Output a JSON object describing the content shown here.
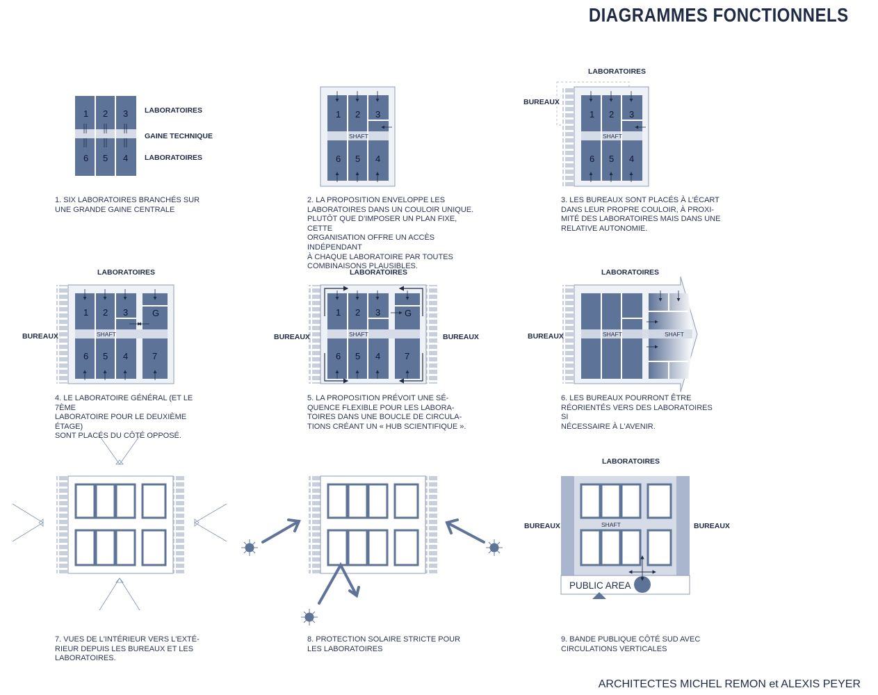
{
  "title": "DIAGRAMMES FONCTIONNELS",
  "credit": "ARCHITECTES MICHEL REMON et ALEXIS PEYER",
  "labels": {
    "laboratoires": "LABORATOIRES",
    "gaine": "GAINE TECHNIQUE",
    "bureaux": "BUREAUX",
    "shaft": "SHAFT",
    "g": "G",
    "public": "PUBLIC AREA"
  },
  "captions": [
    "1. SIX LABORATOIRES BRANCHÉS SUR\nUNE GRANDE GAINE CENTRALE",
    "2. LA PROPOSITION ENVELOPPE LES\nLABORATOIRES DANS UN COULOIR UNIQUE.\nPLUTÔT QUE D'IMPOSER UN PLAN FIXE, CETTE\nORGANISATION OFFRE UN ACCÈS INDÉPENDANT\nÀ CHAQUE LABORATOIRE PAR TOUTES\nCOMBINAISONS PLAUSIBLES.",
    "3. LES BUREAUX SONT PLACÉS À L'ÉCART\nDANS LEUR PROPRE COULOIR, À PROXI-\nMITÉ DES LABORATOIRES MAIS DANS UNE\nRELATIVE AUTONOMIE.",
    "4. LE LABORATOIRE GÉNÉRAL (ET LE 7ÈME\nLABORATOIRE POUR LE DEUXIÈME ÉTAGE)\nSONT PLACÉS DU CÔTÉ OPPOSÉ.",
    "5. LA PROPOSITION PRÉVOIT UNE SÉ-\nQUENCE FLEXIBLE POUR LES LABORA-\nTOIRES DANS UNE BOUCLE DE CIRCULA-\nTIONS CRÉANT UN « HUB SCIENTIFIQUE ».",
    "6. LES BUREAUX POURRONT ÊTRE\nRÉORIENTÉS VERS DES LABORATOIRES SI\nNÉCESSAIRE À L'AVENIR.",
    "7. VUES DE L'INTÉRIEUR VERS L'EXTÉ-\nRIEUR DEPUIS LES BUREAUX ET LES\nLABORATOIRES.",
    "8. PROTECTION SOLAIRE STRICTE POUR\nLES LABORATOIRES",
    "9. BANDE PUBLIQUE CÔTÉ SUD AVEC\nCIRCULATIONS VERTICALES"
  ],
  "lab_numbers": {
    "top": [
      "1",
      "2",
      "3"
    ],
    "bottom": [
      "6",
      "5",
      "4"
    ],
    "seventh": "7"
  },
  "colors": {
    "lab": "#5e7398",
    "corridor": "#d5dbe7",
    "frame": "#eef1f6",
    "line": "#7f90b0",
    "ink": "#1f2a44"
  }
}
